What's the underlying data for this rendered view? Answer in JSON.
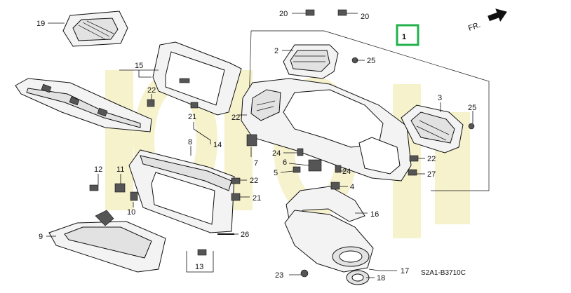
{
  "diagram": {
    "callouts": {
      "c1": "1",
      "c2": "2",
      "c3": "3",
      "c4": "4",
      "c5": "5",
      "c6": "6",
      "c7": "7",
      "c8": "8",
      "c9": "9",
      "c10": "10",
      "c11": "11",
      "c12": "12",
      "c13": "13",
      "c14": "14",
      "c15": "15",
      "c16": "16",
      "c17": "17",
      "c18": "18",
      "c19": "19",
      "c20a": "20",
      "c20b": "20",
      "c21a": "21",
      "c21b": "21",
      "c22a": "22",
      "c22b": "22",
      "c22c": "22",
      "c22d": "22",
      "c23": "23",
      "c24a": "24",
      "c24b": "24",
      "c25a": "25",
      "c25b": "25",
      "c26": "26",
      "c27": "27"
    },
    "direction_label": "FR.",
    "diagram_code": "S2A1-B3710C",
    "colors": {
      "highlight_box": "#22b14c",
      "watermark": "#f5f0c4",
      "line": "#111111"
    },
    "icons": {
      "front_arrow": "arrow-right-icon"
    }
  }
}
